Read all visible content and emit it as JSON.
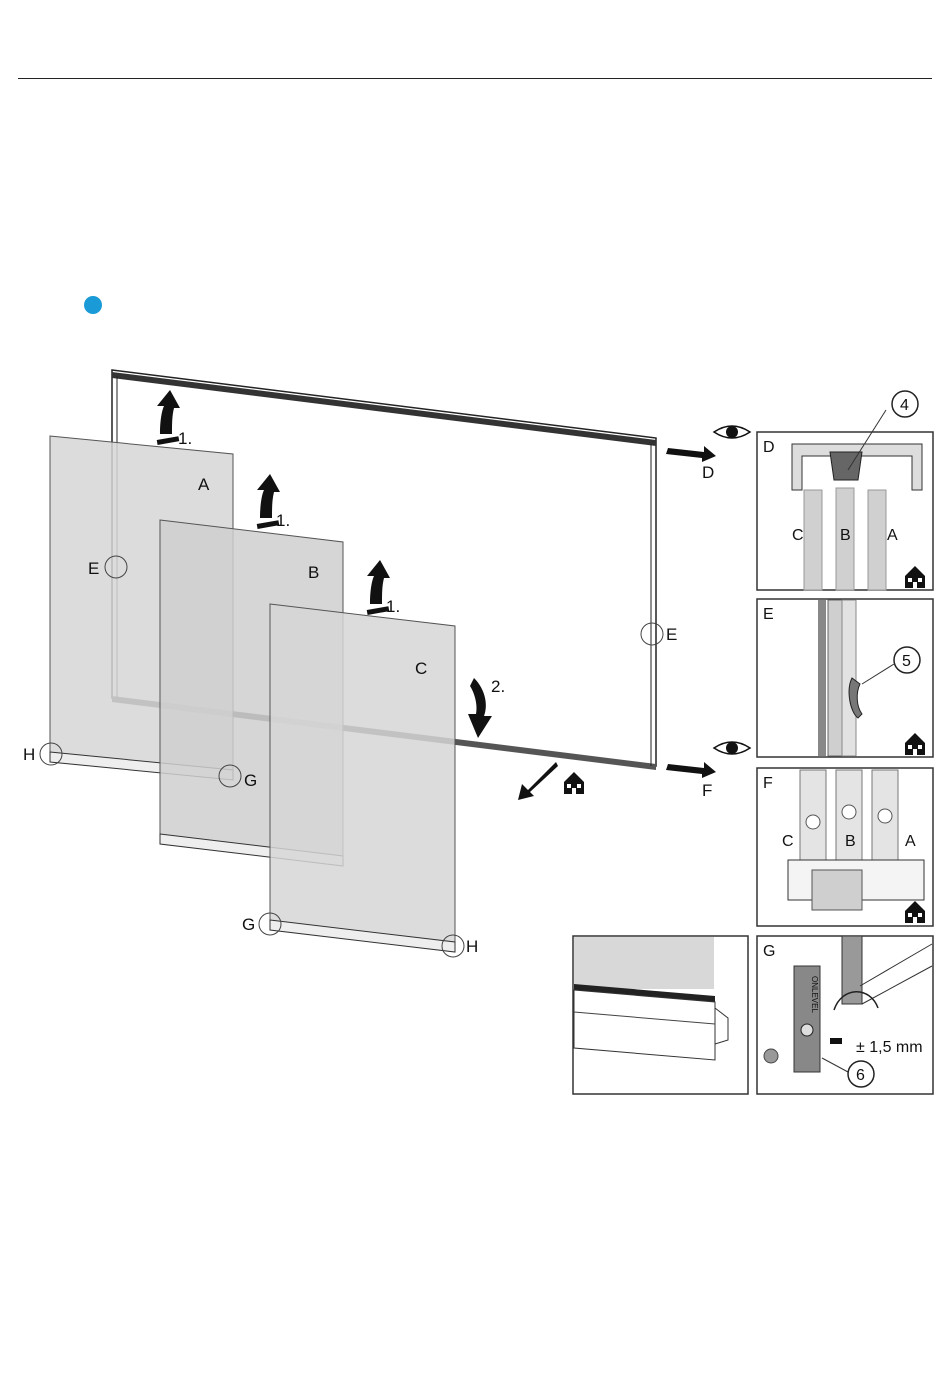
{
  "colors": {
    "bullet": "#1a9ad6",
    "panel_fill": "#d6d6d6",
    "panel_stroke": "#555555",
    "frame": "#222222"
  },
  "icons": [
    "eye-icon",
    "house-icon",
    "arrow-up-icon",
    "arrow-down-icon"
  ],
  "main": {
    "panel_labels": {
      "a": "A",
      "b": "B",
      "c": "C"
    },
    "steps": {
      "step1": "1.",
      "step2": "2."
    },
    "callouts": {
      "d": "D",
      "e": "E",
      "f": "F",
      "g": "G",
      "h": "H"
    }
  },
  "details": {
    "d": {
      "title": "D",
      "part": "4",
      "tracks": [
        "C",
        "B",
        "A"
      ]
    },
    "e": {
      "title": "E",
      "part": "5"
    },
    "f": {
      "title": "F",
      "tracks": [
        "C",
        "B",
        "A"
      ]
    },
    "h": {
      "title": "H"
    },
    "g": {
      "title": "G",
      "part": "6",
      "adjust": "± 1,5 mm",
      "brand": "ONLEVEL"
    }
  }
}
